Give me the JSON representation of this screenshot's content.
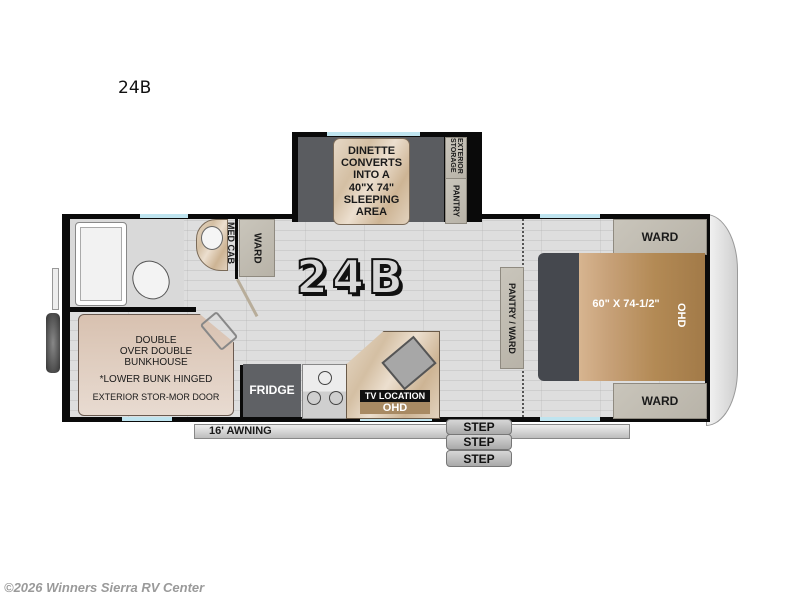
{
  "header": {
    "model_label": "24B"
  },
  "floorplan": {
    "logo_text": "24B",
    "slideout": {
      "dinette_label_lines": [
        "DINETTE",
        "CONVERTS",
        "INTO A",
        "40\"X 74\"",
        "SLEEPING",
        "AREA"
      ],
      "exterior_storage_label": "EXTERIOR STORAGE",
      "pantry_label": "PANTRY"
    },
    "bathroom": {
      "med_cab_label": "MED CAB",
      "ward_label": "WARD"
    },
    "bunkhouse": {
      "title_lines": [
        "DOUBLE",
        "OVER DOUBLE",
        "BUNKHOUSE"
      ],
      "note": "*LOWER BUNK HINGED",
      "storage_label": "EXTERIOR STOR-MOR DOOR"
    },
    "kitchen": {
      "fridge_label": "FRIDGE",
      "tv_location_label": "TV LOCATION",
      "ohd_label": "OHD"
    },
    "center": {
      "pantry_ward_label": "PANTRY / WARD"
    },
    "bedroom": {
      "bed_size_label": "60\" X 74-1/2\"",
      "ohd_label": "OHD",
      "ward_top_label": "WARD",
      "ward_bottom_label": "WARD"
    },
    "exterior": {
      "awning_label": "16' AWNING",
      "steps": [
        "STEP",
        "STEP",
        "STEP"
      ]
    }
  },
  "footer": {
    "copyright": "©2026 Winners Sierra RV Center"
  },
  "colors": {
    "wall": "#0a0a0a",
    "floor": "#dedede",
    "window": "#bfe4ef",
    "bunk": "#d9c2b3",
    "bed": "#b98d57",
    "dinette_seat": "#56585c",
    "fridge": "#5f6165"
  }
}
